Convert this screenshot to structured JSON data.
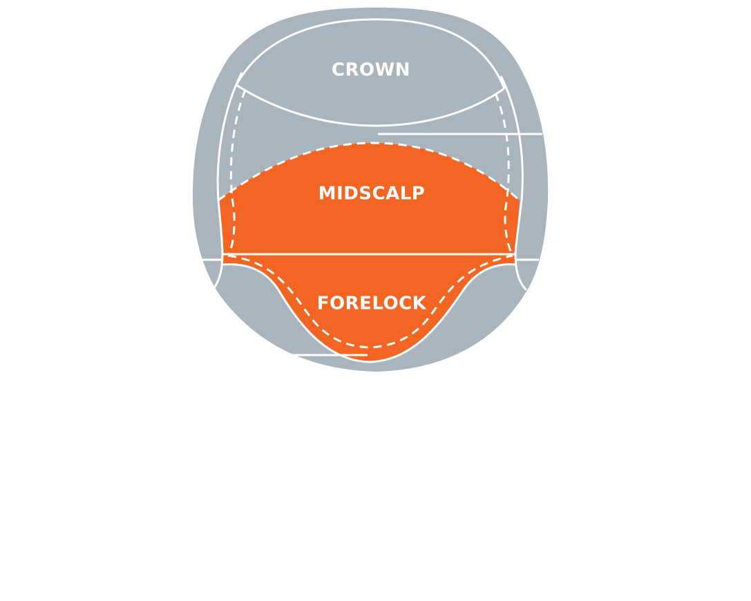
{
  "diagram": {
    "zones": {
      "crown": "CROWN",
      "midscalp": "MIDSCALP",
      "forelock": "FORELOCK"
    },
    "colors": {
      "scalp_gray": "#aab4bd",
      "highlight_orange": "#f26522",
      "line_white": "#ffffff",
      "background": "#ffffff"
    }
  }
}
